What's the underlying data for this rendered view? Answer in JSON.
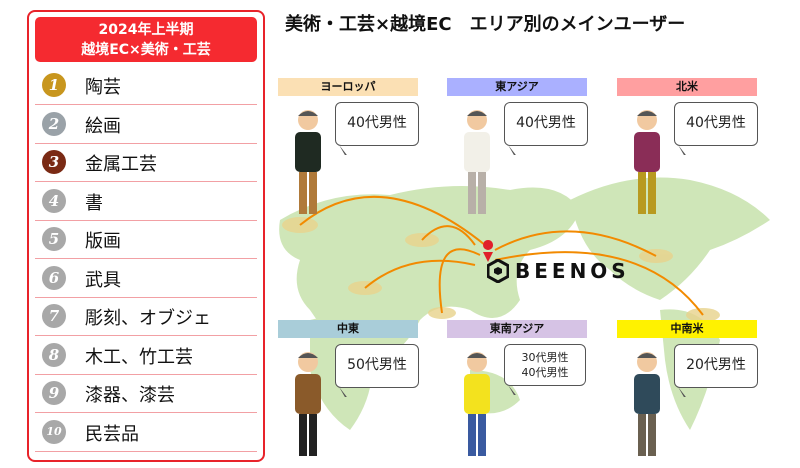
{
  "ranking": {
    "header_line1": "2024年上半期",
    "header_line2": "越境EC×美術・工芸",
    "items": [
      {
        "rank": "1",
        "label": "陶芸",
        "medal": "#c8961e"
      },
      {
        "rank": "2",
        "label": "絵画",
        "medal": "#9aa2a8"
      },
      {
        "rank": "3",
        "label": "金属工芸",
        "medal": "#7a2a14"
      },
      {
        "rank": "4",
        "label": "書",
        "medal": "#a8a8a8"
      },
      {
        "rank": "5",
        "label": "版画",
        "medal": "#a8a8a8"
      },
      {
        "rank": "6",
        "label": "武具",
        "medal": "#a8a8a8"
      },
      {
        "rank": "7",
        "label": "彫刻、オブジェ",
        "medal": "#a8a8a8"
      },
      {
        "rank": "8",
        "label": "木工、竹工芸",
        "medal": "#a8a8a8"
      },
      {
        "rank": "9",
        "label": "漆器、漆芸",
        "medal": "#a8a8a8"
      },
      {
        "rank": "10",
        "label": "民芸品",
        "medal": "#a8a8a8"
      }
    ]
  },
  "title": "美術・工芸×越境EC　エリア別のメインユーザー",
  "logo": "BEENOS",
  "regions": [
    {
      "name": "ヨーロッパ",
      "user": "40代男性",
      "color": "#fbe0b4"
    },
    {
      "name": "東アジア",
      "user": "40代男性",
      "color": "#aab0ff"
    },
    {
      "name": "北米",
      "user": "40代男性",
      "color": "#ff9fa0"
    },
    {
      "name": "中東",
      "user": "50代男性",
      "color": "#a9cdd9"
    },
    {
      "name": "東南アジア",
      "user_line1": "30代男性",
      "user_line2": "40代男性",
      "color": "#d6c3e5"
    },
    {
      "name": "中南米",
      "user": "20代男性",
      "color": "#fff200"
    }
  ]
}
